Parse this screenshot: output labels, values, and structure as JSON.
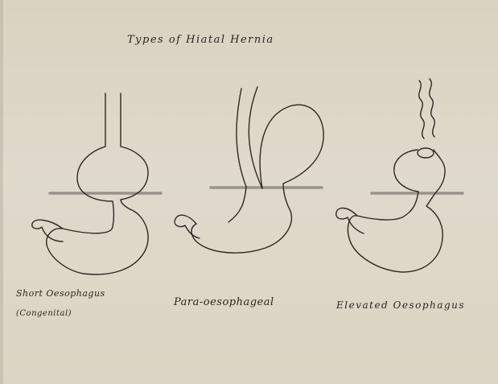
{
  "diagram": {
    "title": "Types of Hiatal Hernia",
    "labels": {
      "short_line1": "Short Oesophagus",
      "short_line2": "(Congenital)",
      "para": "Para-oesophageal",
      "elevated": "Elevated Oesophagus"
    }
  }
}
